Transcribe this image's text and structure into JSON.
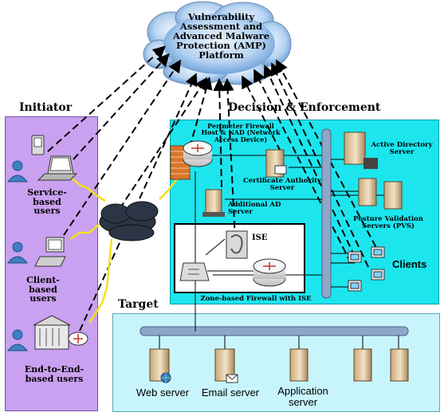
{
  "platform": {
    "title": "Vulnerability Assessment and Advanced Malware Protection (AMP) Platform"
  },
  "sections": {
    "initiator": "Initiator",
    "decision": "Decision & Enforcement",
    "target": "Target"
  },
  "initiator_nodes": {
    "service": "Service-based users",
    "client": "Client-based users",
    "end_to_end": "End-to-End-based users"
  },
  "decision_nodes": {
    "firewall": "Perimeter Firewall Host & NAD (Network Access Device)",
    "ca": "Certificate Authority Server",
    "ad_additional": "Additional AD Server",
    "active_directory": "Active Directory Server",
    "pvs": "Posture Validation Servers (PVS)",
    "ise": "ISE",
    "clients": "Clients",
    "zone_firewall": "Zone-based Firewall with ISE"
  },
  "target_nodes": {
    "web": "Web server",
    "email": "Email server",
    "app": "Application server"
  },
  "colors": {
    "initiator_bg": "#c9a1f0",
    "decision_bg": "#1ce5ee",
    "target_bg": "#c8f5fb",
    "cloud_blue": "#6fa7dc",
    "bus": "#8ea6c8"
  }
}
